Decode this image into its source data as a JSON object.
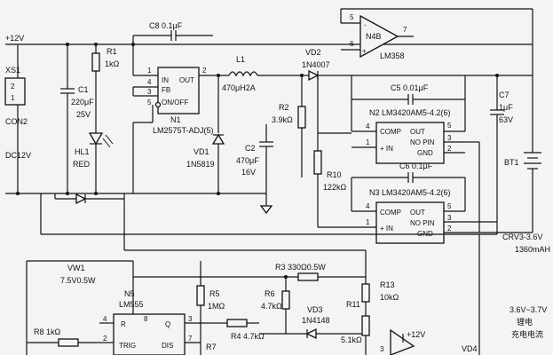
{
  "title": "",
  "labels": {
    "supply": "+12V",
    "xs1": "XS1",
    "xs1_pin2": "2",
    "xs1_pin1": "1",
    "con2": "CON2",
    "dc12v": "DC12V",
    "c1": "C1",
    "c1_val": "220μF",
    "c1_v": "25V",
    "r1": "R1",
    "r1_val": "1kΩ",
    "hl1": "HL1",
    "hl1_val": "RED",
    "c8": "C8  0.1μF",
    "n1_fb": "FB",
    "n1_in": "IN",
    "n1_out": "OUT",
    "n1_onoff": "ON/OFF",
    "n1_p1": "1",
    "n1_p4": "4",
    "n1_p3": "3",
    "n1_p5": "5",
    "n1_p2": "2",
    "n1": "N1",
    "n1_part": "LM2575T-ADJ(5)",
    "l1": "L1",
    "l1_val": "470μH2A",
    "vd1": "VD1",
    "vd1_part": "1N5819",
    "r2": "R2",
    "r2_val": "3.9kΩ",
    "c2": "C2",
    "c2_val": "470μF",
    "c2_v": "16V",
    "vd2": "VD2",
    "vd2_part": "1N4007",
    "n4b": "N4B",
    "n4b_part": "LM358",
    "n4b_p5": "5",
    "n4b_p6": "6",
    "n4b_p7": "7",
    "c5": "C5  0.01μF",
    "c6": "C6  0.1μF",
    "c7": "C7",
    "c7_val": "1μF",
    "c7_v": "63V",
    "n2": "N2  LM3420AM5-4.2(6)",
    "n3": "N3  LM3420AM5-4.2(6)",
    "comp": "COMP",
    "plus_in": "+ IN",
    "out": "OUT",
    "no_pin": "NO PIN",
    "gnd": "GND",
    "p4": "4",
    "p1": "1",
    "p5": "5",
    "p3": "3",
    "p2": "2",
    "r10": "R10",
    "r10_val": "122kΩ",
    "bt1": "BT1",
    "bt1_part": "CRV3-3.6V",
    "bt1_cap": "1360mAH",
    "vw1": "VW1",
    "vw1_val": "7.5V0.5W",
    "n5": "N5",
    "n5_part": "LM555",
    "n5_r": "R",
    "n5_q": "Q",
    "n5_trig": "TRIG",
    "n5_dis": "DIS",
    "n5_p4": "4",
    "n5_p8": "8",
    "n5_p3": "3",
    "n5_p2": "2",
    "n5_p7": "7",
    "r3": "R3  330Ω0.5W",
    "r5": "R5",
    "r5_val": "1MΩ",
    "r6": "R6",
    "r6_val": "4.7kΩ",
    "vd3": "VD3",
    "vd3_part": "1N4148",
    "r13": "R13",
    "r13_val": "10kΩ",
    "r11": "R11",
    "r11_val": "5.1kΩ",
    "r8": "R8  1kΩ",
    "r7": "R7",
    "r4": "R4  4.7kΩ",
    "vd4": "VD4",
    "op_supply": "+12V",
    "op_p3": "3",
    "lithium_range": "3.6V~3.7V",
    "lithium_1": "锂电",
    "lithium_2": "充电电流"
  }
}
